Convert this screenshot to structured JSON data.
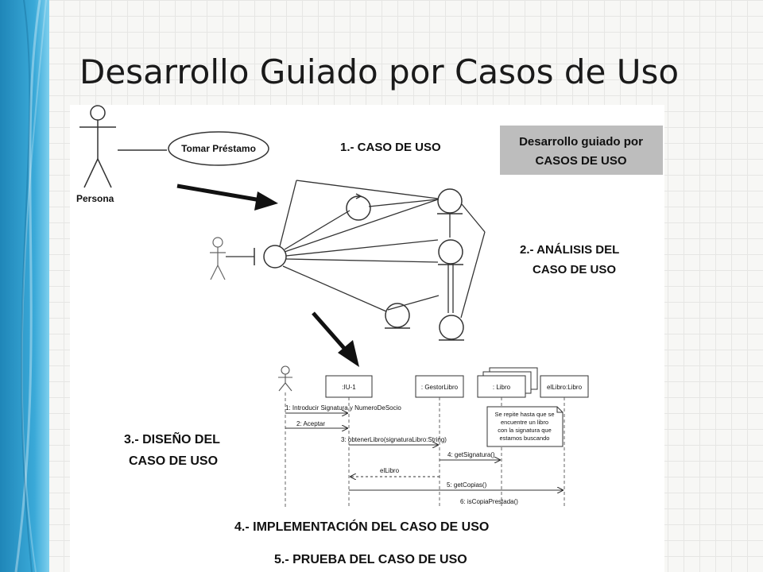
{
  "slide": {
    "title": "Desarrollo Guiado por Casos de Uso"
  },
  "colors": {
    "band_dark": "#1f86b8",
    "band_light": "#7fd0ee",
    "badge_bg": "#bdbdbd"
  },
  "diagram": {
    "actor_label": "Persona",
    "use_case_label": "Tomar Préstamo",
    "badge": {
      "line1": "Desarrollo guiado por",
      "line2": "CASOS DE USO"
    },
    "step1": "1.- CASO DE USO",
    "step2": {
      "line1": "2.- ANÁLISIS  DEL",
      "line2": "CASO DE USO"
    },
    "step3": {
      "line1": "3.- DISEÑO  DEL",
      "line2": "CASO DE USO"
    },
    "step4": "4.-  IMPLEMENTACIÓN  DEL CASO DE USO",
    "step5": "5.- PRUEBA DEL CASO DE USO",
    "sequence": {
      "lifelines": [
        ":IU-1",
        ": GestorLibro",
        ": Libro",
        "elLibro:Libro"
      ],
      "messages": [
        "1: Introducir Signatura y NumeroDeSocio",
        "2: Aceptar",
        "3: obtenerLibro(signaturaLibro:String)",
        "4: getSignatura()",
        "elLibro",
        "5: getCopias()",
        "6: isCopiaPrestada()"
      ],
      "note": [
        "Se repite hasta que se",
        "encuentre un libro",
        "con la signatura que",
        "estamos buscando"
      ]
    }
  }
}
